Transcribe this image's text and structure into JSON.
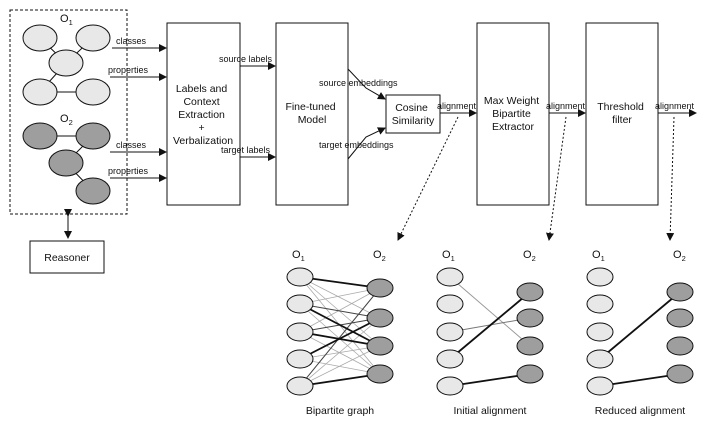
{
  "ontologies": {
    "o1": {
      "main": "O",
      "sub": "1"
    },
    "o2": {
      "main": "O",
      "sub": "2"
    }
  },
  "edges": {
    "classes_1": "classes",
    "properties_1": "properties",
    "classes_2": "classes",
    "properties_2": "properties",
    "source_labels": "source labels",
    "target_labels": "target labels",
    "source_embeddings": "source embeddings",
    "target_embeddings": "target embeddings",
    "alignment_1": "alignment",
    "alignment_2": "alignment",
    "alignment_3": "alignment"
  },
  "boxes": {
    "reasoner": "Reasoner",
    "labels_context": [
      "Labels and",
      "Context",
      "Extraction",
      "+",
      "Verbalization"
    ],
    "finetuned": [
      "Fine-tuned",
      "Model"
    ],
    "cosine": [
      "Cosine",
      "Similarity"
    ],
    "bipartite_extractor": [
      "Max Weight",
      "Bipartite",
      "Extractor"
    ],
    "threshold": [
      "Threshold",
      "filter"
    ]
  },
  "captions": {
    "bipartite": "Bipartite graph",
    "initial": "Initial alignment",
    "reduced": "Reduced alignment"
  },
  "colors": {
    "node_light": "#e8e8e8",
    "node_dark": "#9e9e9e",
    "stroke": "#111111"
  }
}
